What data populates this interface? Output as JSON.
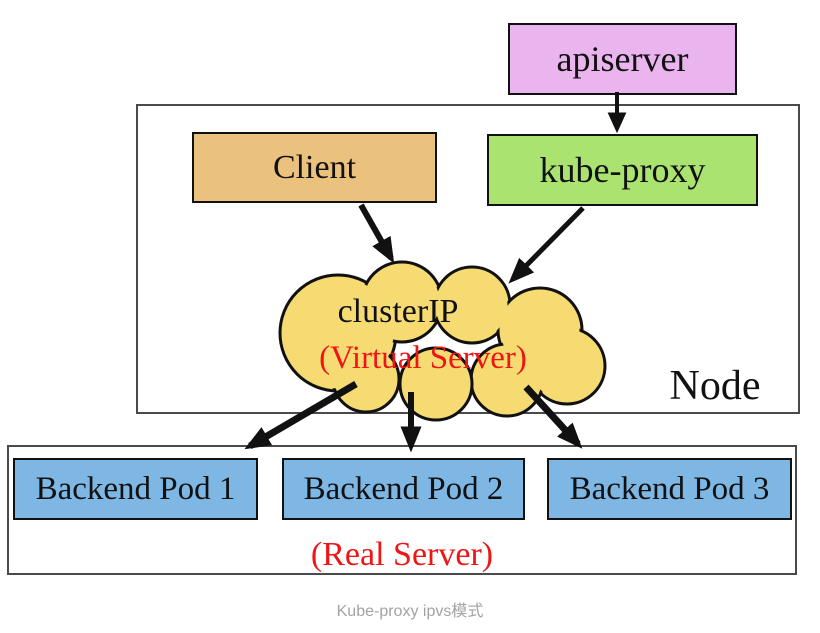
{
  "caption": "Kube-proxy ipvs模式",
  "nodes": {
    "apiserver": {
      "label": "apiserver",
      "fill": "#eab5ee"
    },
    "client": {
      "label": "Client",
      "fill": "#ebc27d"
    },
    "kube_proxy": {
      "label": "kube-proxy",
      "fill": "#abe371"
    },
    "cluster_ip": {
      "label": "clusterIP",
      "sublabel": "(Virtual Server)",
      "fill": "#f6db72",
      "sublabel_color": "#f01515",
      "shape": "cloud"
    },
    "node_box": {
      "label": "Node"
    },
    "real_server_box": {
      "label": "(Real Server)",
      "label_color": "#f01515"
    },
    "pods": [
      {
        "label": "Backend Pod 1",
        "fill": "#7eb6e4"
      },
      {
        "label": "Backend Pod 2",
        "fill": "#7eb6e4"
      },
      {
        "label": "Backend Pod 3",
        "fill": "#7eb6e4"
      }
    ]
  },
  "edges": [
    {
      "from": "apiserver",
      "to": "kube-proxy"
    },
    {
      "from": "Client",
      "to": "clusterIP (Virtual Server)"
    },
    {
      "from": "kube-proxy",
      "to": "clusterIP (Virtual Server)"
    },
    {
      "from": "clusterIP (Virtual Server)",
      "to": "Backend Pod 1"
    },
    {
      "from": "clusterIP (Virtual Server)",
      "to": "Backend Pod 2"
    },
    {
      "from": "clusterIP (Virtual Server)",
      "to": "Backend Pod 3"
    }
  ],
  "colors": {
    "arrow": "#111111",
    "box_border": "#111111",
    "container_border": "#4a4a4a",
    "red_text": "#f01515",
    "caption_text": "#a3a3a3"
  }
}
